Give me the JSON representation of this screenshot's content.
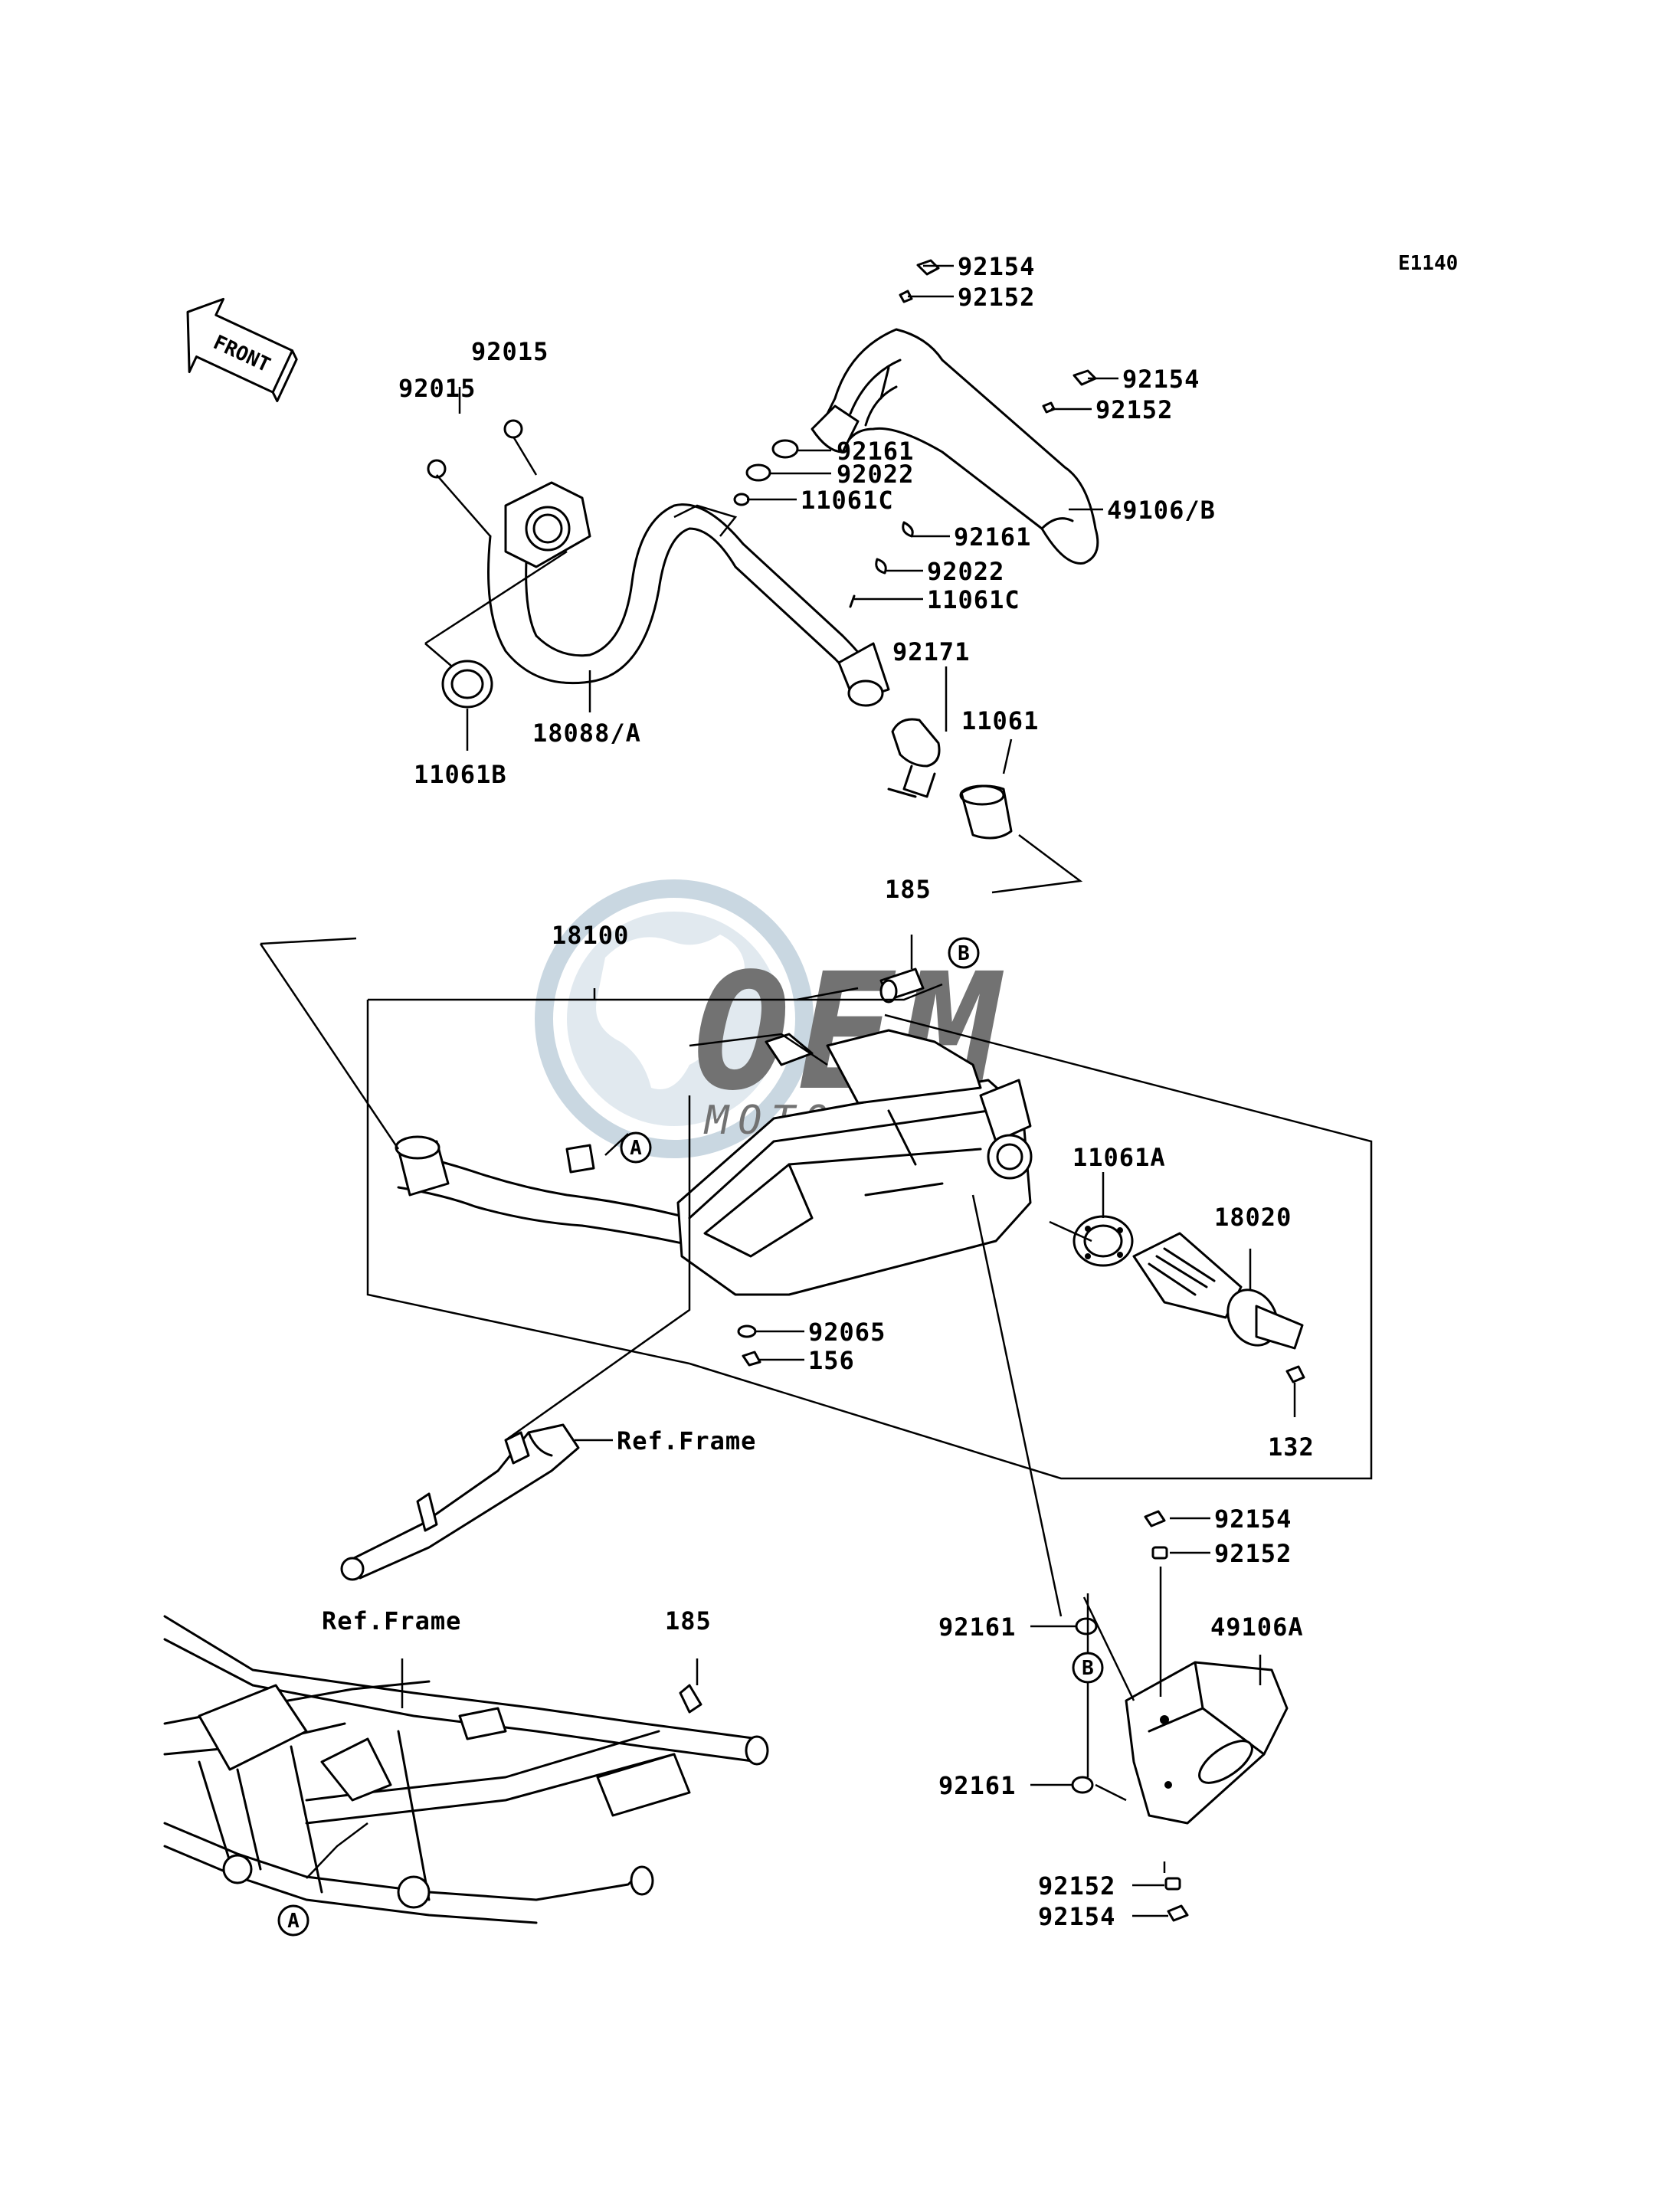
{
  "diagram_code": "E1140",
  "front_arrow_label": "FRONT",
  "watermark": {
    "logo_text": "OEM",
    "tagline": "MOTORPARTS",
    "color": "#9eb7c9"
  },
  "labels": [
    {
      "id": "l01",
      "text": "92154"
    },
    {
      "id": "l02",
      "text": "92152"
    },
    {
      "id": "l03",
      "text": "92154"
    },
    {
      "id": "l04",
      "text": "92152"
    },
    {
      "id": "l05",
      "text": "92015"
    },
    {
      "id": "l06",
      "text": "92015"
    },
    {
      "id": "l07",
      "text": "92161"
    },
    {
      "id": "l08",
      "text": "92022"
    },
    {
      "id": "l09",
      "text": "11061C"
    },
    {
      "id": "l10",
      "text": "49106/B"
    },
    {
      "id": "l11",
      "text": "92161"
    },
    {
      "id": "l12",
      "text": "92022"
    },
    {
      "id": "l13",
      "text": "11061C"
    },
    {
      "id": "l14",
      "text": "92171"
    },
    {
      "id": "l15",
      "text": "11061"
    },
    {
      "id": "l16",
      "text": "18088/A"
    },
    {
      "id": "l17",
      "text": "11061B"
    },
    {
      "id": "l18",
      "text": "185"
    },
    {
      "id": "l19",
      "text": "18100"
    },
    {
      "id": "l20",
      "text": "11061A"
    },
    {
      "id": "l21",
      "text": "18020"
    },
    {
      "id": "l22",
      "text": "92065"
    },
    {
      "id": "l23",
      "text": "156"
    },
    {
      "id": "l24",
      "text": "Ref.Frame"
    },
    {
      "id": "l25",
      "text": "132"
    },
    {
      "id": "l26",
      "text": "92154"
    },
    {
      "id": "l27",
      "text": "92152"
    },
    {
      "id": "l28",
      "text": "92161"
    },
    {
      "id": "l29",
      "text": "49106A"
    },
    {
      "id": "l30",
      "text": "Ref.Frame"
    },
    {
      "id": "l31",
      "text": "185"
    },
    {
      "id": "l32",
      "text": "92161"
    },
    {
      "id": "l33",
      "text": "92152"
    },
    {
      "id": "l34",
      "text": "92154"
    }
  ],
  "callouts": [
    {
      "id": "c1",
      "letter": "B"
    },
    {
      "id": "c2",
      "letter": "A"
    },
    {
      "id": "c3",
      "letter": "B"
    },
    {
      "id": "c4",
      "letter": "A"
    }
  ]
}
